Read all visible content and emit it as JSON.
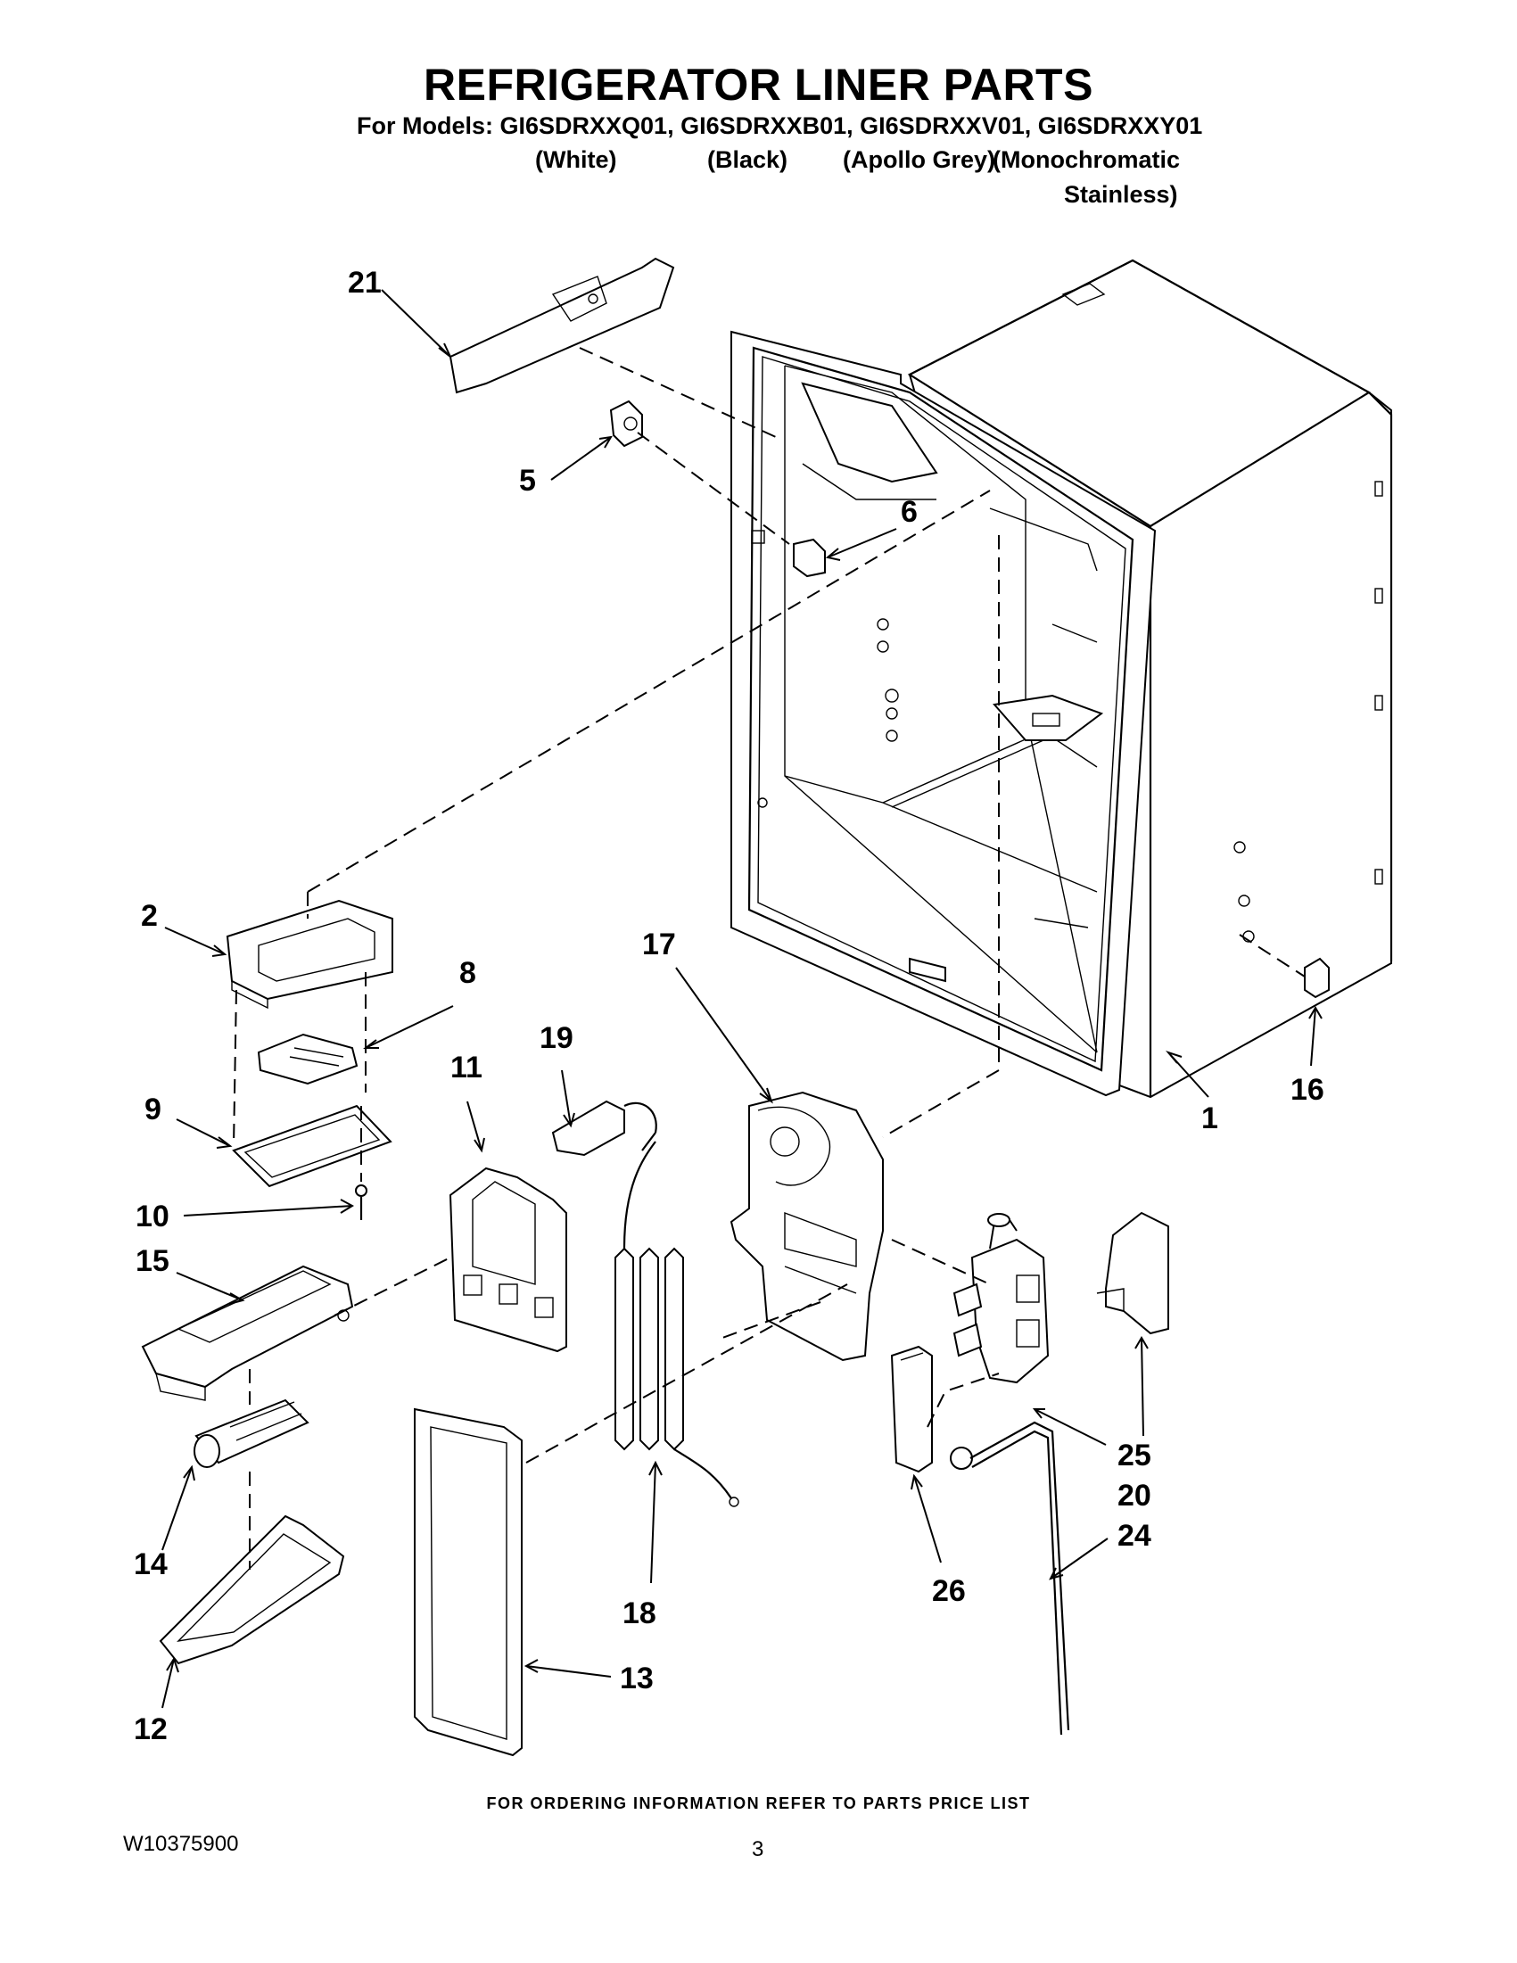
{
  "header": {
    "title": "REFRIGERATOR LINER PARTS",
    "models_line": "For Models: GI6SDRXXQ01, GI6SDRXXB01, GI6SDRXXV01, GI6SDRXXY01",
    "colors": [
      "(White)",
      "(Black)",
      "(Apollo Grey)",
      "(Monochromatic",
      "Stainless)"
    ]
  },
  "callouts": [
    "21",
    "5",
    "6",
    "2",
    "8",
    "9",
    "10",
    "15",
    "14",
    "12",
    "11",
    "19",
    "17",
    "18",
    "13",
    "1",
    "16",
    "25",
    "20",
    "24",
    "26"
  ],
  "footer": {
    "ordering_note": "FOR ORDERING INFORMATION REFER TO PARTS PRICE LIST",
    "document_id": "W10375900",
    "page_number": "3"
  }
}
